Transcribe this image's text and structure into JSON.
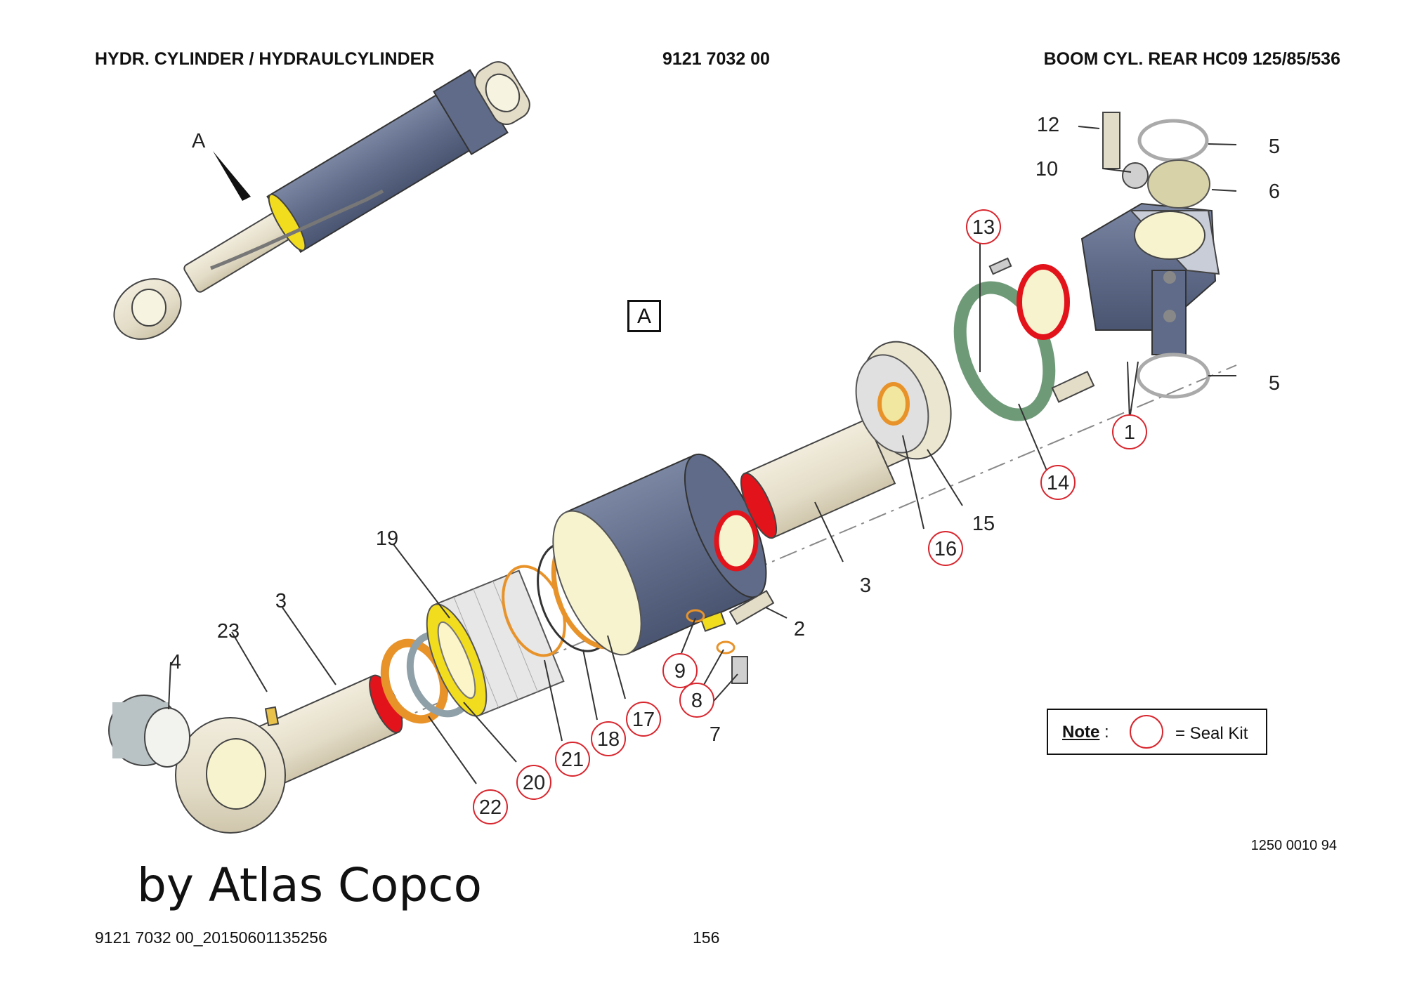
{
  "header": {
    "title_left": "HYDR. CYLINDER / HYDRAULCYLINDER",
    "part_number": "9121 7032 00",
    "title_right": "BOOM CYL. REAR HC09 125/85/536"
  },
  "view_label": "A",
  "view_box_label": "A",
  "note": {
    "label": "Note",
    "colon": ":",
    "text": "= Seal Kit"
  },
  "drawing_number": "1250 0010 94",
  "watermark": "by Atlas Copco",
  "footer": {
    "doc_id": "9121 7032 00_20150601135256",
    "page": "156"
  },
  "colors": {
    "body_blue": "#5f6b88",
    "rod_beige": "#e6dfcc",
    "seal_yellow": "#f2dc1e",
    "seal_orange": "#e8932a",
    "seal_red": "#e3131b",
    "seal_green": "#6f9a78",
    "callout_red": "#d8262e"
  },
  "callouts": [
    {
      "id": "c1",
      "label": "1",
      "seal": true
    },
    {
      "id": "c2",
      "label": "2",
      "seal": false
    },
    {
      "id": "c3a",
      "label": "3",
      "seal": false
    },
    {
      "id": "c3b",
      "label": "3",
      "seal": false
    },
    {
      "id": "c4",
      "label": "4",
      "seal": false
    },
    {
      "id": "c5a",
      "label": "5",
      "seal": false
    },
    {
      "id": "c5b",
      "label": "5",
      "seal": false
    },
    {
      "id": "c6",
      "label": "6",
      "seal": false
    },
    {
      "id": "c7",
      "label": "7",
      "seal": false
    },
    {
      "id": "c8",
      "label": "8",
      "seal": true
    },
    {
      "id": "c9",
      "label": "9",
      "seal": true
    },
    {
      "id": "c10",
      "label": "10",
      "seal": false
    },
    {
      "id": "c12",
      "label": "12",
      "seal": false
    },
    {
      "id": "c13",
      "label": "13",
      "seal": true
    },
    {
      "id": "c14",
      "label": "14",
      "seal": true
    },
    {
      "id": "c15",
      "label": "15",
      "seal": false
    },
    {
      "id": "c16",
      "label": "16",
      "seal": true
    },
    {
      "id": "c17",
      "label": "17",
      "seal": true
    },
    {
      "id": "c18",
      "label": "18",
      "seal": true
    },
    {
      "id": "c19",
      "label": "19",
      "seal": false
    },
    {
      "id": "c20",
      "label": "20",
      "seal": true
    },
    {
      "id": "c21",
      "label": "21",
      "seal": true
    },
    {
      "id": "c22",
      "label": "22",
      "seal": true
    },
    {
      "id": "c23",
      "label": "23",
      "seal": false
    }
  ]
}
